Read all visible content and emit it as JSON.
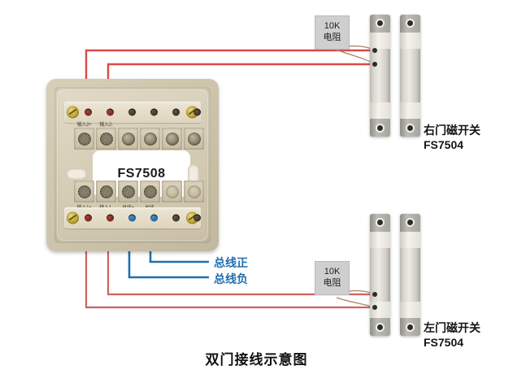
{
  "diagram": {
    "caption": "双门接线示意图",
    "module": {
      "model": "FS7508",
      "top_terminal_labels": [
        "输入2+",
        "输入2-",
        "",
        "",
        "",
        ""
      ],
      "bottom_terminal_labels": [
        "输入1+",
        "输入1-",
        "总线+",
        "总线-",
        "",
        ""
      ]
    },
    "resistors": [
      {
        "value": "10K",
        "name": "电阻"
      },
      {
        "value": "10K",
        "name": "电阻"
      }
    ],
    "switches": [
      {
        "name": "右门磁开关",
        "model": "FS7504"
      },
      {
        "name": "左门磁开关",
        "model": "FS7504"
      }
    ],
    "bus_labels": [
      {
        "text": "总线正"
      },
      {
        "text": "总线负"
      }
    ],
    "colors": {
      "wire_red": "#d94b46",
      "wire_blue": "#1f6fb0",
      "bus_text": "#1f6fb0",
      "resistor_fill": "#cfcfcf",
      "module_body": "#d3cab3"
    }
  }
}
